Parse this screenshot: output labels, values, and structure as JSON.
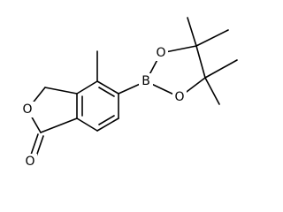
{
  "structure": {
    "atom_labels": {
      "ring_oxygen": "O",
      "carbonyl_oxygen": "O",
      "boron": "B",
      "boronate_oxygen_top": "O",
      "boronate_oxygen_bottom": "O"
    }
  },
  "colors": {
    "bond": "#000000",
    "background": "#ffffff"
  }
}
